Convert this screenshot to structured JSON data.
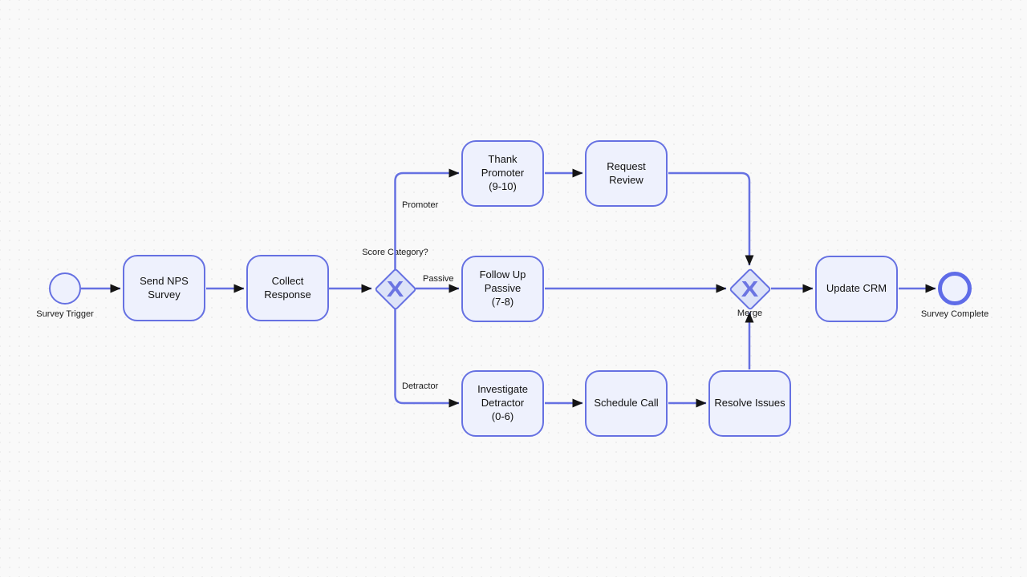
{
  "colors": {
    "background": "#f9f9f9",
    "stroke": "#6671e2",
    "node_fill": "#eef1fd",
    "gateway_fill": "#dde3f8",
    "gateway_symbol": "#6b74e2",
    "arrowhead": "#141414",
    "text": "#111111"
  },
  "nodes": {
    "start_event": {
      "type": "start-event",
      "label": "Survey Trigger"
    },
    "task_send_nps_survey": {
      "type": "task",
      "label": "Send NPS\nSurvey"
    },
    "task_collect_response": {
      "type": "task",
      "label": "Collect\nResponse"
    },
    "gateway_score_category": {
      "type": "exclusive-gateway",
      "symbol": "X",
      "label": "Score Category?"
    },
    "task_thank_promoter": {
      "type": "task",
      "label": "Thank\nPromoter\n(9-10)"
    },
    "task_request_review": {
      "type": "task",
      "label": "Request\nReview"
    },
    "task_follow_up_passive": {
      "type": "task",
      "label": "Follow Up\nPassive\n(7-8)"
    },
    "task_investigate_detractor": {
      "type": "task",
      "label": "Investigate\nDetractor\n(0-6)"
    },
    "task_schedule_call": {
      "type": "task",
      "label": "Schedule Call"
    },
    "task_resolve_issues": {
      "type": "task",
      "label": "Resolve Issues"
    },
    "gateway_merge": {
      "type": "exclusive-gateway",
      "symbol": "X",
      "label": "Merge"
    },
    "task_update_crm": {
      "type": "task",
      "label": "Update CRM"
    },
    "end_event": {
      "type": "end-event",
      "label": "Survey Complete"
    }
  },
  "edges": {
    "promoter_label": "Promoter",
    "passive_label": "Passive",
    "detractor_label": "Detractor"
  }
}
